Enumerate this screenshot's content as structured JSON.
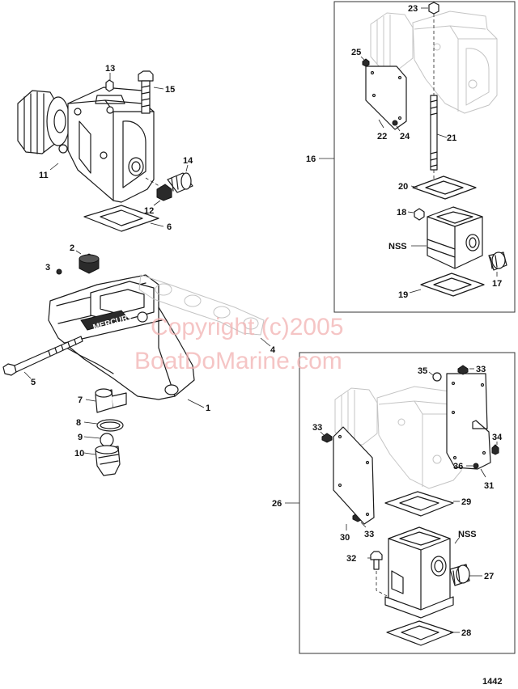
{
  "watermark": {
    "line1": "Copyright (c)2005",
    "line2": "BoatDoMarine.com"
  },
  "page_number": "1442",
  "brand_text": "MERCURY",
  "callouts": {
    "c1": "1",
    "c2": "2",
    "c3": "3",
    "c4": "4",
    "c5": "5",
    "c6": "6",
    "c7": "7",
    "c8": "8",
    "c9": "9",
    "c10": "10",
    "c11": "11",
    "c12": "12",
    "c13": "13",
    "c14": "14",
    "c15": "15",
    "c16": "16",
    "c17": "17",
    "c18": "18",
    "c19": "19",
    "c20": "20",
    "c21": "21",
    "c22": "22",
    "c23": "23",
    "c24": "24",
    "c25": "25",
    "c26": "26",
    "c27": "27",
    "c28": "28",
    "c29": "29",
    "c30": "30",
    "c31": "31",
    "c32": "32",
    "c33a": "33",
    "c33b": "33",
    "c33c": "33",
    "c34": "34",
    "c35": "35",
    "c36": "36",
    "nss_top": "NSS",
    "nss_bottom": "NSS"
  }
}
